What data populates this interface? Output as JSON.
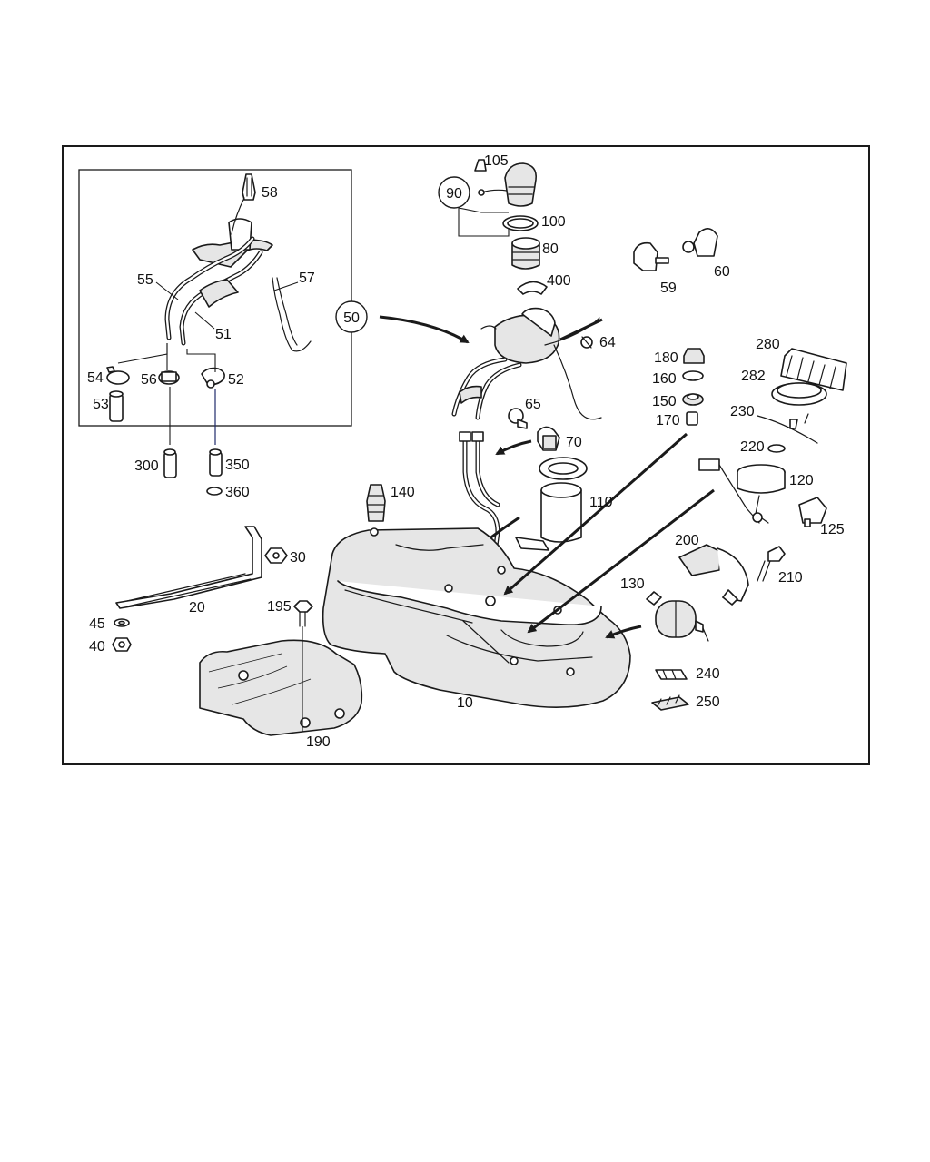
{
  "diagram": {
    "circled_labels": [
      "50",
      "90"
    ],
    "part_numbers": [
      "58",
      "55",
      "57",
      "51",
      "54",
      "56",
      "52",
      "53",
      "300",
      "350",
      "360",
      "105",
      "100",
      "80",
      "400",
      "64",
      "65",
      "70",
      "140",
      "110",
      "59",
      "60",
      "180",
      "160",
      "150",
      "170",
      "280",
      "282",
      "230",
      "220",
      "120",
      "125",
      "30",
      "20",
      "45",
      "40",
      "195",
      "190",
      "10",
      "200",
      "210",
      "130",
      "240",
      "250"
    ]
  }
}
